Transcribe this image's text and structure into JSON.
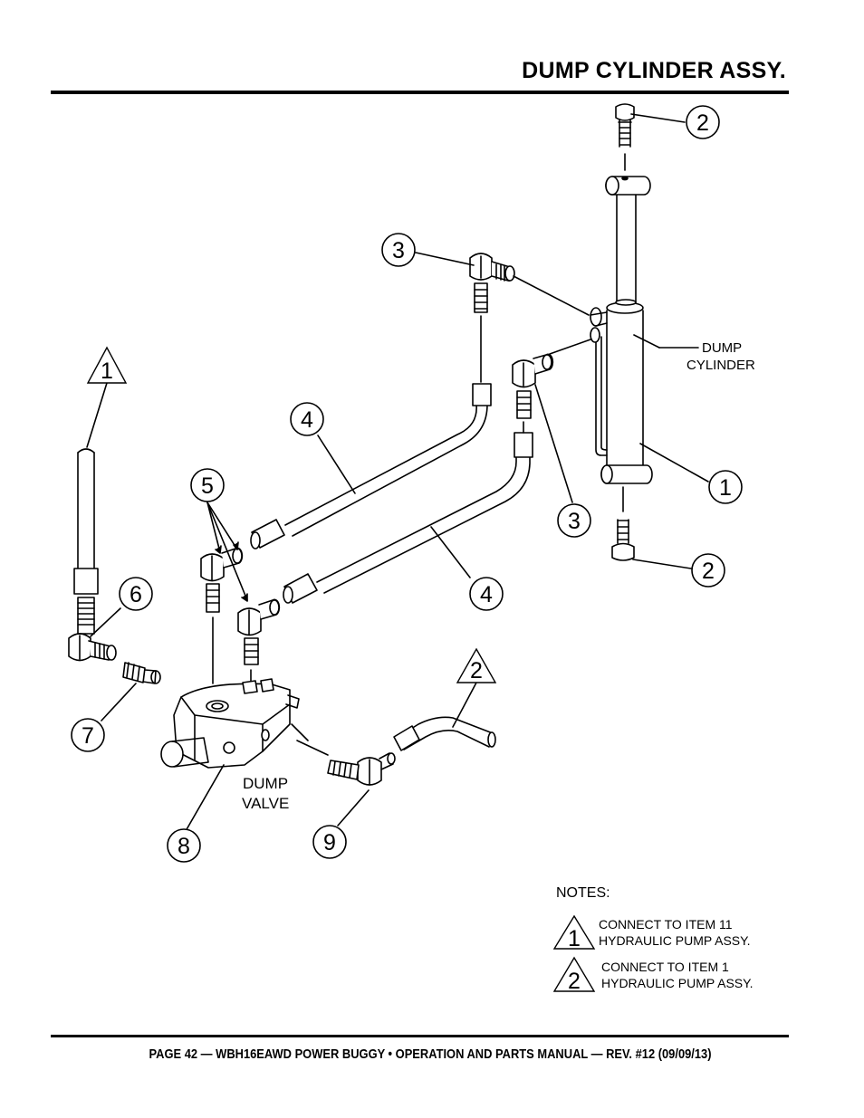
{
  "header": {
    "title": "DUMP CYLINDER ASSY."
  },
  "footer": {
    "text": "PAGE 42 — WBH16EAWD POWER BUGGY • OPERATION AND PARTS MANUAL — REV. #12 (09/09/13)"
  },
  "diagram": {
    "labels": {
      "dump_cylinder_line1": "DUMP",
      "dump_cylinder_line2": "CYLINDER",
      "dump_valve_line1": "DUMP",
      "dump_valve_line2": "VALVE"
    },
    "callouts": {
      "c1": "1",
      "c2_top": "2",
      "c2_bottom": "2",
      "c3_top": "3",
      "c3_right": "3",
      "c4_upper": "4",
      "c4_lower": "4",
      "c5": "5",
      "c6": "6",
      "c7": "7",
      "c8": "8",
      "c9": "9"
    },
    "note_triangles": {
      "t1": "1",
      "t2": "2"
    }
  },
  "notes": {
    "heading": "NOTES:",
    "n1_symbol": "1",
    "n1_line1": "CONNECT TO ITEM 11",
    "n1_line2": "HYDRAULIC PUMP ASSY.",
    "n2_symbol": "2",
    "n2_line1": "CONNECT TO ITEM 1",
    "n2_line2": "HYDRAULIC PUMP ASSY."
  }
}
